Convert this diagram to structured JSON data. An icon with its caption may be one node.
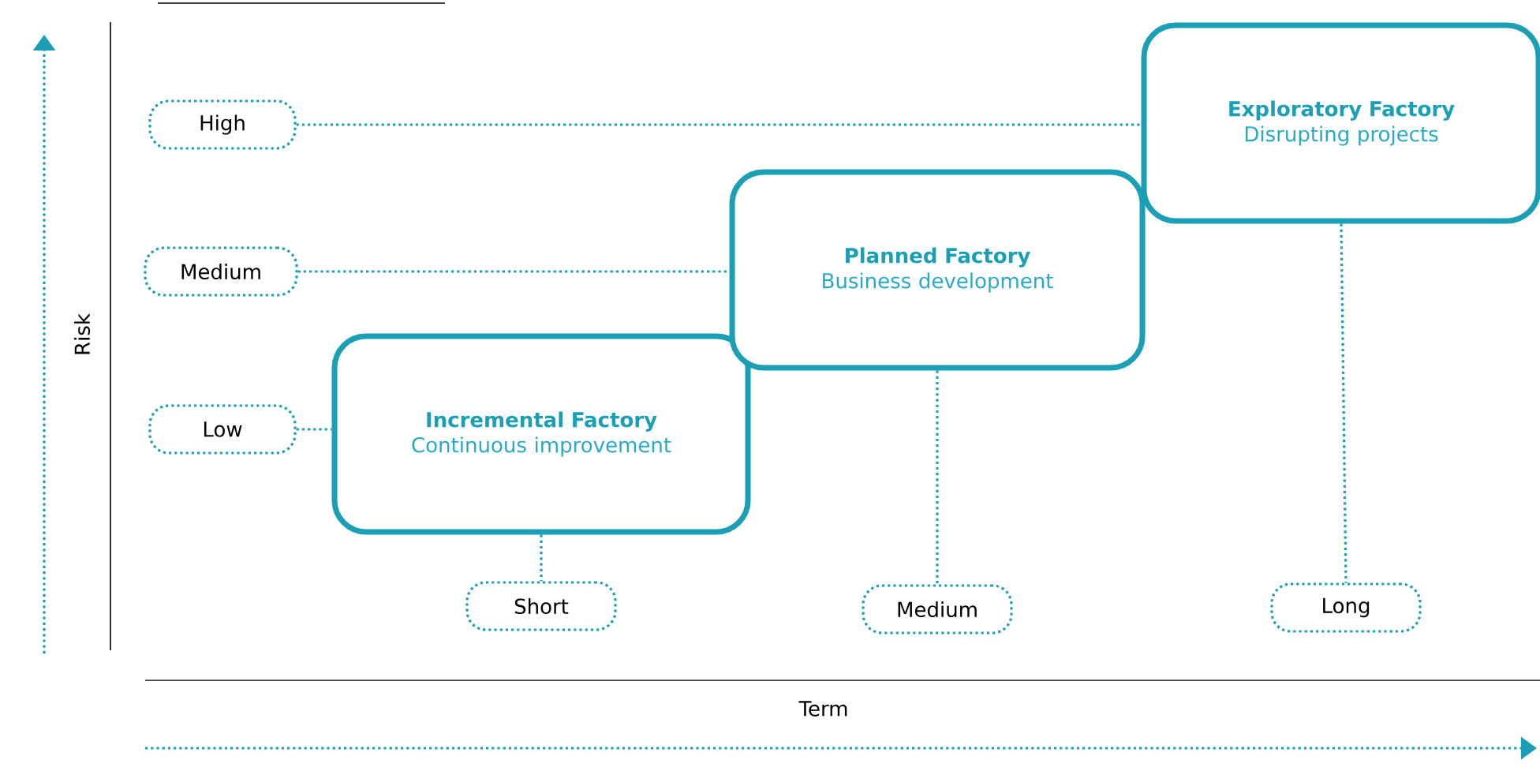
{
  "diagram": {
    "nodes": [
      {
        "text": [
          "High"
        ]
      },
      {
        "text": [
          "Medium"
        ]
      },
      {
        "text": [
          "Low"
        ]
      },
      {
        "text": [
          "Incremental Factory",
          "Continuous improvement"
        ]
      },
      {
        "text": [
          "Planned Factory",
          "Business development"
        ]
      },
      {
        "text": [
          "Exploratory Factory",
          "Disrupting projects"
        ]
      },
      {
        "text": [
          "Short"
        ]
      },
      {
        "text": [
          "Medium"
        ]
      },
      {
        "text": [
          "Long"
        ]
      }
    ],
    "edges": [
      {
        "from": 0,
        "to": 5,
        "arrow": "none"
      },
      {
        "from": 1,
        "to": 4,
        "arrow": "none"
      },
      {
        "from": 2,
        "to": 3,
        "arrow": "none"
      },
      {
        "from": 3,
        "to": 6,
        "arrow": "none"
      },
      {
        "from": 4,
        "to": 7,
        "arrow": "none"
      },
      {
        "from": 5,
        "to": 8,
        "arrow": "none"
      }
    ],
    "labels": [
      "Risk",
      "Term"
    ]
  }
}
